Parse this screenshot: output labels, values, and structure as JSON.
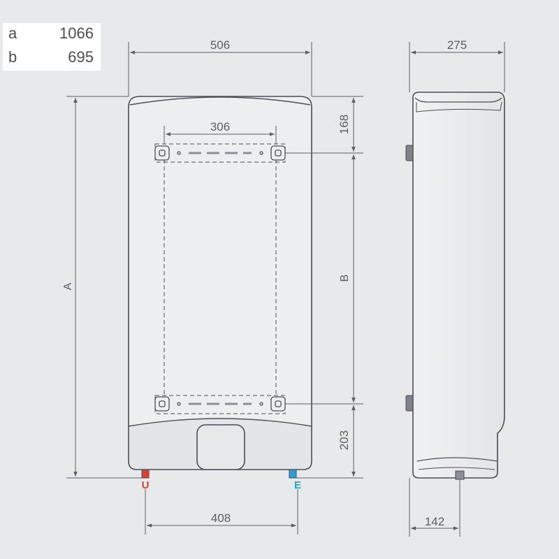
{
  "legend": {
    "rows": [
      {
        "key": "a",
        "value": "1066"
      },
      {
        "key": "b",
        "value": "695"
      }
    ]
  },
  "dimensions": {
    "width": "506",
    "depth": "275",
    "bracket_spacing": "306",
    "top_offset": "168",
    "bottom_offset": "203",
    "pipe_spacing": "408",
    "side_outlet": "142",
    "height_label": "A",
    "bracket_height_label": "B"
  },
  "connections": {
    "hot": {
      "label": "U",
      "color": "#d9412f"
    },
    "cold": {
      "label": "E",
      "color": "#2a9fd6"
    }
  },
  "colors": {
    "background": "#e7e9eb",
    "outline": "#4a4e55",
    "dim_line": "#5a5f66",
    "body_fill": "#e9ebed",
    "body_shade": "#dcdfe2"
  }
}
